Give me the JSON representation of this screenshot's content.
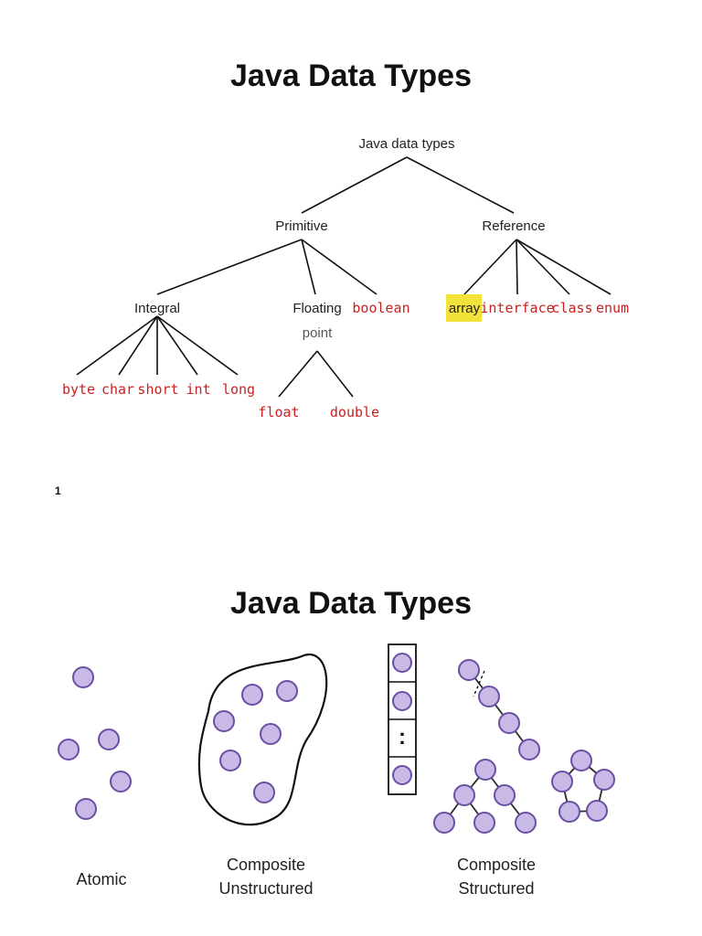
{
  "slide1": {
    "title": "Java Data Types",
    "page_number": "1",
    "tree": {
      "root": "Java data types",
      "primitive": "Primitive",
      "reference": "Reference",
      "integral": "Integral",
      "floating_line1": "Floating",
      "floating_line2": "point",
      "boolean": "boolean",
      "array": "array",
      "interface": "interface",
      "class": "class",
      "enum": "enum",
      "byte": "byte",
      "char": "char",
      "short": "short",
      "int": "int",
      "long": "long",
      "float": "float",
      "double": "double"
    }
  },
  "slide2": {
    "title": "Java Data Types",
    "captions": {
      "atomic": "Atomic",
      "composite_unstructured_line1": "Composite",
      "composite_unstructured_line2": "Unstructured",
      "composite_structured_line1": "Composite",
      "composite_structured_line2": "Structured"
    },
    "array_ellipsis": ":"
  },
  "colors": {
    "keyword": "#cc1f1f",
    "highlight": "#f3e23a",
    "node_fill": "#c9b9e6",
    "node_stroke": "#6a4fa3"
  }
}
